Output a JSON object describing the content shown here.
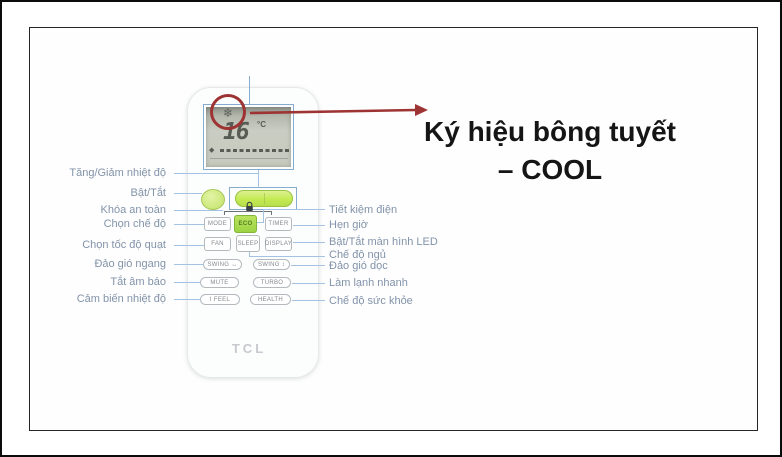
{
  "title": {
    "line1": "Ký hiệu bông tuyết",
    "line2": "– COOL"
  },
  "remote": {
    "brand": "TCL",
    "display": {
      "snowflake_icon": "❄",
      "temperature": "16",
      "unit": "°C",
      "fan_row_icon": "◆"
    },
    "buttons": {
      "mode": "MODE",
      "eco": "ECO",
      "timer": "TIMER",
      "fan": "FAN",
      "sleep": "SLEEP",
      "display": "DISPLAY",
      "swing_h": "SWING ↔",
      "swing_v": "SWING ↕",
      "mute": "MUTE",
      "turbo": "TURBO",
      "ifeel": "I FEEL",
      "health": "HEALTH"
    }
  },
  "left_labels": [
    "Tăng/Giảm nhiệt độ",
    "Bật/Tắt",
    "Khóa an toàn",
    "Chọn chế độ",
    "Chọn tốc độ quạt",
    "Đảo gió ngang",
    "Tắt âm báo",
    "Cảm biến nhiệt độ"
  ],
  "right_labels": [
    "Tiết kiệm điện",
    "Hẹn giờ",
    "Bật/Tắt màn hình LED",
    "Chế độ ngủ",
    "Đảo gió dọc",
    "Làm lạnh nhanh",
    "Chế độ sức khỏe"
  ],
  "colors": {
    "annotation_blue": "#87abce",
    "leader_line_blue": "#a4c2e2",
    "label_text": "#8293a9",
    "highlight_red": "#9e3333",
    "button_green": "#c3ea52",
    "title_text": "#151515",
    "lcd_gray": "#c9cdc2",
    "brand_gray": "#c6c9cd"
  }
}
